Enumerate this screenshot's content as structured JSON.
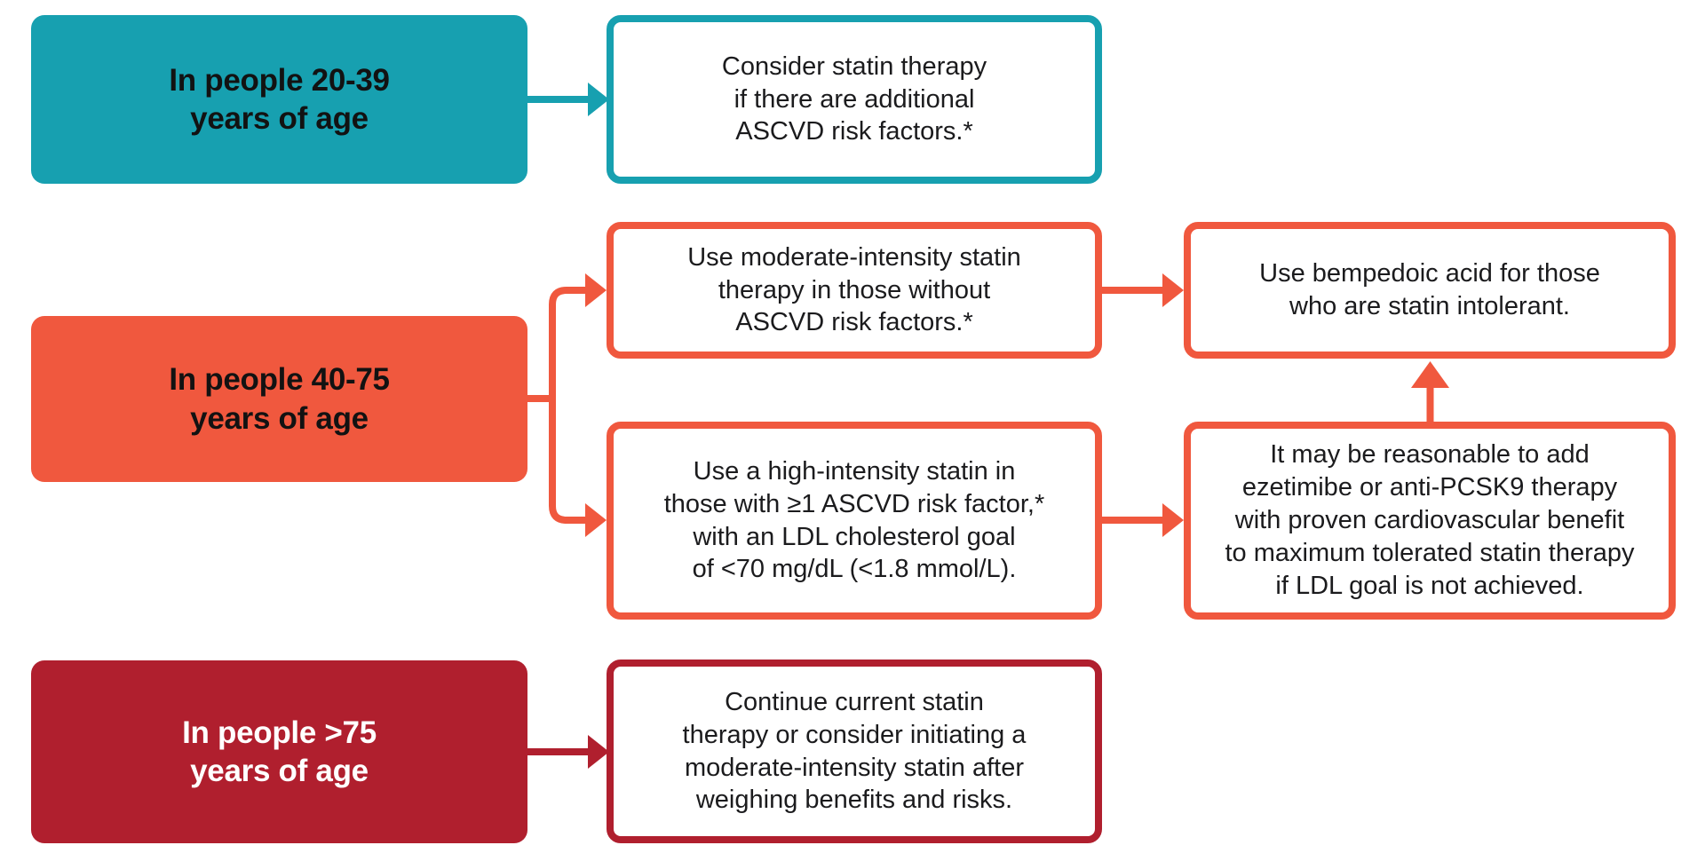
{
  "palette": {
    "teal": "#17A0B0",
    "orange": "#F0583E",
    "dark_red": "#B01F2E",
    "box_background": "#FFFFFF",
    "label_text_dark": "#121212",
    "label_text_light": "#FFFFFF",
    "body_text": "#1B1B1D"
  },
  "rows": [
    {
      "age_group": "In people 20-39\nyears of age",
      "recommendation": "Consider statin therapy\nif there are additional\nASCVD risk factors.*"
    },
    {
      "age_group": "In people 40-75\nyears of age",
      "branch_top": "Use moderate-intensity statin\ntherapy in those without\nASCVD risk factors.*",
      "branch_bottom": "Use a high-intensity statin in\nthose with ≥1 ASCVD risk factor,*\nwith an LDL cholesterol goal\nof <70 mg/dL (<1.8 mmol/L).",
      "outcome_top": "Use bempedoic acid for those\nwho are statin intolerant.",
      "outcome_bottom": "It may be reasonable to add\nezetimibe or anti-PCSK9 therapy\nwith proven cardiovascular benefit\nto maximum tolerated statin therapy\nif LDL goal is not achieved."
    },
    {
      "age_group": "In people >75\nyears of age",
      "recommendation": "Continue current statin\ntherapy or consider initiating a\nmoderate-intensity statin after\nweighing benefits and risks."
    }
  ]
}
